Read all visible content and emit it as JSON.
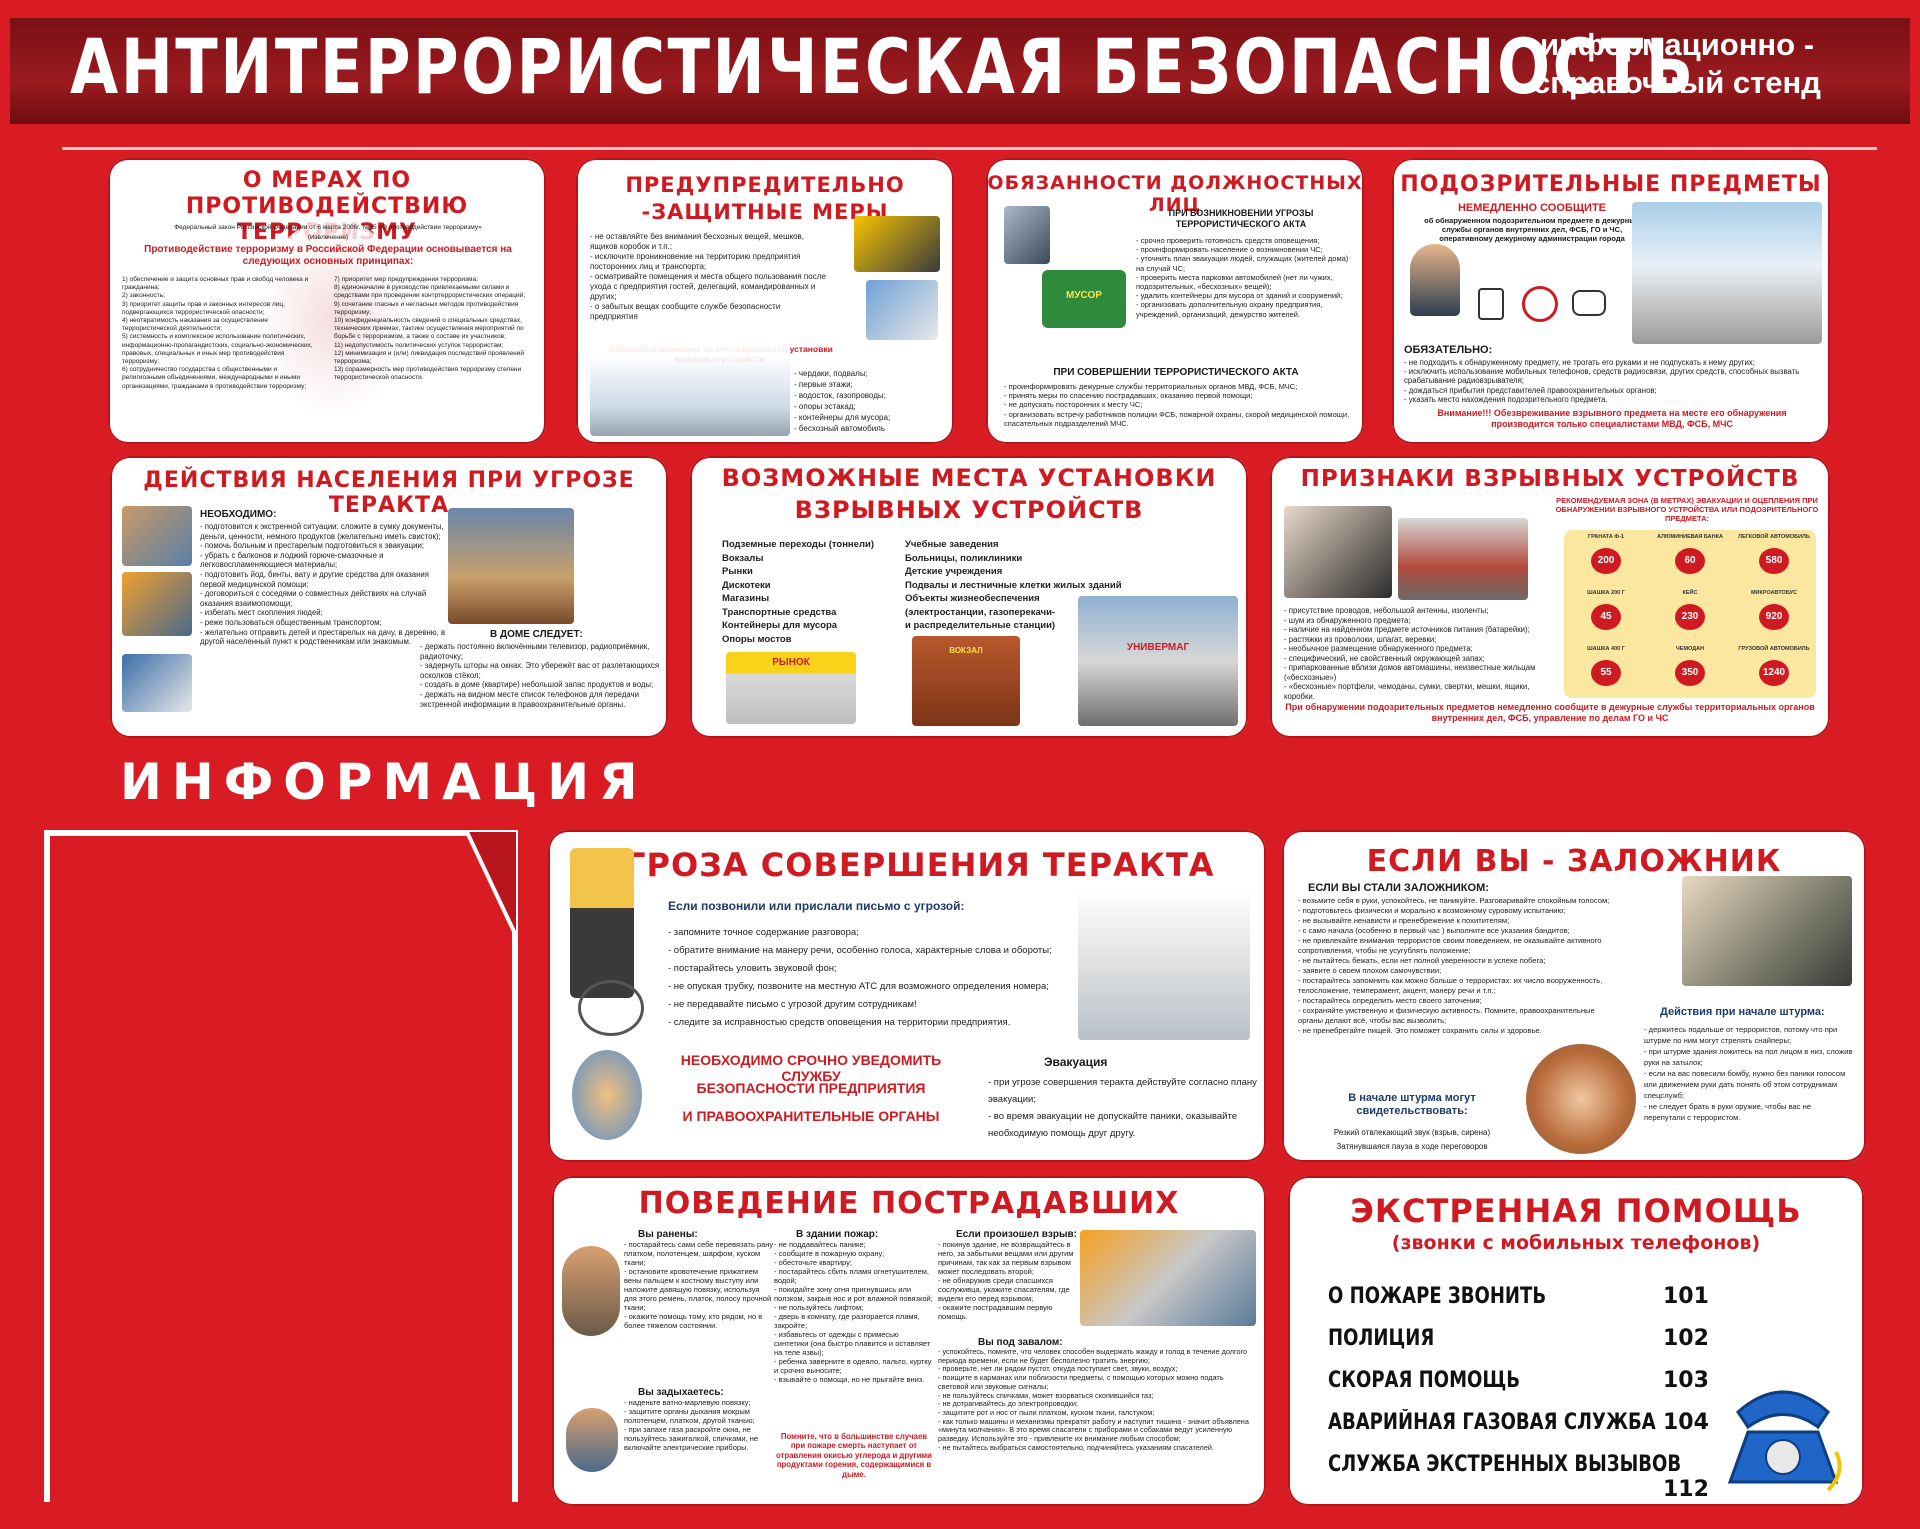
{
  "header": {
    "title": "АНТИТЕРРОРИСТИЧЕСКАЯ   БЕЗОПАСНОСТЬ",
    "subtitle_line1": "информационно -",
    "subtitle_line2": "справочный стенд"
  },
  "measures": {
    "title": "О МЕРАХ ПО ПРОТИВОДЕЙСТВИЮ ТЕРРОРИЗМУ",
    "law": "Федеральный закон Российской Федерации от 6 марта 2006г. №35 «О противодействии терроризму»",
    "excerpt": "(Извлечение)",
    "heading": "Противодействие терроризму в Российской Федерации основывается на следующих основных принципах:",
    "left_items": [
      "1) обеспечение и защита основных прав и свобод человека и гражданина;",
      "2) законность;",
      "3) приоритет защиты прав и законных интересов лиц, подвергающихся террористической опасности;",
      "4) неотвратимость наказания за осуществление террористической деятельности;",
      "5) системность и комплексное использование политических, информационно-пропагандистских, социально-экономических, правовых, специальных и иных мер противодействия терроризму;",
      "6) сотрудничество государства с общественными и религиозными объединениями, международными и иными организациями, гражданами в противодействии терроризму;"
    ],
    "right_items": [
      "7) приоритет мер предупреждения терроризма;",
      "8) единоначалие в руководстве привлекаемыми силами и средствами при проведении контртеррористических операций;",
      "9) сочетание гласных и негласных методов противодействия терроризму;",
      "10) конфиденциальность сведений о специальных средствах, технических приемах, тактике осуществления мероприятий по борьбе с терроризмом, а также о составе их участников;",
      "11) недопустимость политических уступок террористам;",
      "12) минимизация и (или) ликвидация последствий проявлений терроризма;",
      "13) соразмерность мер противодействия терроризму степени террористической опасности."
    ]
  },
  "preventive": {
    "title": "ПРЕДУПРЕДИТЕЛЬНО -ЗАЩИТНЫЕ МЕРЫ",
    "items": [
      "- не оставляйте без внимания бесхозных вещей, мешков, ящиков коробок и т.п.;",
      "- исключите проникновение на территорию предприятия посторонних лиц и транспорта;",
      "- осматривайте помещения и места общего пользования после ухода с предприятия гостей, делегаций, командированных и других;",
      "- о забытых вещах сообщите службе безопасности предприятия"
    ],
    "attention": "Обращайте внимание на места вероятной установки взрывных устройств:",
    "places": [
      "- чердаки, подвалы;",
      "- первые этажи;",
      "- водосток, газопроводы;",
      "- опоры эстакад;",
      "- контейнеры для мусора;",
      "- бесхозный автомобиль"
    ]
  },
  "duties": {
    "title": "ОБЯЗАННОСТИ ДОЛЖНОСТНЫХ ЛИЦ",
    "threat_heading": "ПРИ ВОЗНИКНОВЕНИИ УГРОЗЫ ТЕРРОРИСТИЧЕСКОГО АКТА",
    "threat_items": [
      "- срочно проверить готовность средств оповещения;",
      "- проинформировать население о возникновении ЧС;",
      "- уточнить план эвакуации людей, служащих (жителей дома) на случай ЧС;",
      "- проверить места парковки автомобилей (нет ли чужих, подозрительных, «бесхозных» вещей);",
      "- удалить контейнеры для мусора от зданий и сооружений;",
      "- организовать дополнительную охрану предприятия, учреждений, организаций, дежурство жителей."
    ],
    "bin_label": "МУСОР",
    "act_heading": "ПРИ СОВЕРШЕНИИ ТЕРРОРИСТИЧЕСКОГО АКТА",
    "act_items": [
      "- проинформировать дежурные службы территориальных органов МВД, ФСБ, МЧС;",
      "- принять меры по спасению пострадавших, оказанию первой помощи;",
      "- не допускать посторонних к месту ЧС;",
      "- организовать встречу работников полиции ФСБ, пожарной охраны, скорой медицинской помощи, спасательных подразделений МЧС."
    ]
  },
  "suspicious": {
    "title": "ПОДОЗРИТЕЛЬНЫЕ ПРЕДМЕТЫ",
    "report_heading": "НЕМЕДЛЕННО СООБЩИТЕ",
    "report_text": "об обнаруженном подозрительном предмете в дежурные службы органов внутренних дел, ФСБ, ГО и ЧС, оперативному дежурному администрации города",
    "must_heading": "ОБЯЗАТЕЛЬНО:",
    "must_items": [
      "- не подходить к обнаруженному предмету, не трогать его руками и не подпускать к нему других;",
      "- исключить использование мобильных телефонов, средств радиосвязи, других средств, способных вызвать срабатывание радиовзрывателя;",
      "- дождаться прибытия представителей правоохранительных органов;",
      "- указать место нахождения подозрительного предмета."
    ],
    "warning": "Внимание!!! Обезвреживание взрывного предмета на месте его обнаружения производится только специалистами МВД, ФСБ, МЧС"
  },
  "population": {
    "title": "ДЕЙСТВИЯ НАСЕЛЕНИЯ ПРИ УГРОЗЕ ТЕРАКТА",
    "need_heading": "НЕОБХОДИМО:",
    "need_items": [
      "- подготовится к экстренной ситуации: сложите в сумку документы, деньги, ценности, немного продуктов (желательно иметь свисток);",
      "- помочь больным и престарелым подготовиться к эвакуации;",
      "- убрать с балконов и лоджий горюче-смазочные и легковоспламеняющиеся материалы;",
      "- подготовить йод, бинты, вату и другие средства для оказания первой медицинской помощи;",
      "- договориться с соседями о совместных действиях на случай оказания взаимопомощи;",
      "- избегать мест скопления людей;",
      "- реже пользоваться общественным транспортом;",
      "- желательно отправить детей и престарелых на дачу, в деревню, в другой населенный пункт к родственникам или знакомым."
    ],
    "home_heading": "В ДОМЕ СЛЕДУЕТ:",
    "home_items": [
      "- держать постоянно включёнными телевизор, радиоприёмник, радиоточку;",
      "- задернуть шторы на окнах. Это убережёт вас от разлетающихся осколков стёкол;",
      "- создать в доме (квартире) небольшой запас продуктов и воды;",
      "- держать на видном месте список телефонов для передачи экстренной информации в правоохранительные органы."
    ]
  },
  "places": {
    "title_line1": "ВОЗМОЖНЫЕ МЕСТА УСТАНОВКИ",
    "title_line2": "ВЗРЫВНЫХ УСТРОЙСТВ",
    "left_list": [
      "Подземные переходы (тоннели)",
      "Вокзалы",
      "Рынки",
      "Дискотеки",
      "Магазины",
      "Транспортные средства",
      "Контейнеры для мусора",
      "Опоры мостов"
    ],
    "right_list": [
      "Учебные заведения",
      "Больницы, поликлиники",
      "Детские учреждения",
      "Подвалы и лестничные клетки жилых зданий",
      "Объекты жизнеобеспечения",
      "(электростанции, газоперекачи-",
      "и распределительные станции)"
    ],
    "store1": "РЫНОК",
    "store2": "ВОКЗАЛ",
    "store3": "УНИВЕРМАГ"
  },
  "signs": {
    "title": "ПРИЗНАКИ ВЗРЫВНЫХ УСТРОЙСТВ",
    "zone_heading": "РЕКОМЕНДУЕМАЯ ЗОНА (В МЕТРАХ) ЭВАКУАЦИИ И ОЦЕПЛЕНИЯ ПРИ ОБНАРУЖЕНИИ ВЗРЫВНОГО УСТРОЙСТВА ИЛИ ПОДОЗРИТЕЛЬНОГО ПРЕДМЕТА:",
    "items": [
      "- присутствие проводов, небольшой антенны, изоленты;",
      "- шум из обнаруженного предмета;",
      "- наличие на найденном предмете источников питания (батарейки);",
      "- растяжки из проволоки, шпагат, веревки;",
      "- необычное размещение обнаруженного предмета;",
      "- специфический, не свойственный окружающей запах;",
      "- припаркованные вблизи домов автомашины, неизвестные жильцам («бесхозные»)",
      "- «бесхозные» портфели, чемоданы, сумки, свертки, мешки, ящики, коробки."
    ],
    "zones": [
      {
        "label": "ГРАНАТА Ф-1",
        "value": "200"
      },
      {
        "label": "АЛЮМИНИЕВАЯ БАНКА",
        "value": "60"
      },
      {
        "label": "ЛЕГКОВОЙ АВТОМОБИЛЬ",
        "value": "580"
      },
      {
        "label": "ШАШКА 200 Г",
        "value": "45"
      },
      {
        "label": "КЕЙС",
        "value": "230"
      },
      {
        "label": "МИКРОАВТОБУС",
        "value": "920"
      },
      {
        "label": "ШАШКА 400 Г",
        "value": "55"
      },
      {
        "label": "ЧЕМОДАН",
        "value": "350"
      },
      {
        "label": "ГРУЗОВОЙ АВТОМОБИЛЬ",
        "value": "1240"
      }
    ],
    "footer": "При обнаружении подозрительных предметов немедленно сообщите в дежурные службы территориальных органов внутренних дел, ФСБ, управление по делам ГО и ЧС"
  },
  "info": {
    "heading": "ИНФОРМАЦИЯ"
  },
  "threat": {
    "title": "УГРОЗА СОВЕРШЕНИЯ ТЕРАКТА",
    "call_heading": "Если позвонили или прислали письмо с угрозой:",
    "call_items": [
      "- запомните точное содержание разговора;",
      "- обратите внимание на манеру речи, особенно голоса, характерные слова и обороты;",
      "- постарайтесь уловить звуковой фон;",
      "- не опуская трубку, позвоните на местную АТС для возможного определения номера;",
      "- не передавайте письмо с угрозой другим сотрудникам!",
      "- следите за исправностью средств оповещения на территории предприятия."
    ],
    "urgent_line1": "НЕОБХОДИМО СРОЧНО УВЕДОМИТЬ СЛУЖБУ",
    "urgent_line2": "БЕЗОПАСНОСТИ ПРЕДПРИЯТИЯ",
    "urgent_line3": "И ПРАВООХРАНИТЕЛЬНЫЕ ОРГАНЫ",
    "evac_heading": "Эвакуация",
    "evac_items": [
      "- при угрозе совершения теракта действуйте согласно плану эвакуации;",
      "- во время эвакуации не допускайте паники, оказывайте необходимую помощь друг другу."
    ]
  },
  "hostage": {
    "title": "ЕСЛИ ВЫ - ЗАЛОЖНИК",
    "heading": "ЕСЛИ ВЫ СТАЛИ ЗАЛОЖНИКОМ:",
    "items": [
      "- возьмите себя в руки, успокойтесь, не паникуйте. Разговаривайте спокойным голосом;",
      "- подготовьтесь физически и морально к возможному суровому испытанию;",
      "- не вызывайте ненависти и пренебрежение к похитителям;",
      "- с само начала (особенно в первый час ) выполните все указания бандитов;",
      "- не привлекайте внимания террористов своим поведением, не оказывайте активного сопротивления, чтобы не усугублять положение;",
      "- не пытайтесь бежать, если нет полной уверенности в успехе побега;",
      "- заявите о своем плохом самочувствии;",
      "- постарайтесь запомнить как можно больше о террористах: их число вооруженность, телосложение, темперамент, акцент, манеру речи и т.п.;",
      "- постарайтесь определить место своего заточения;",
      "- сохраняйте умственную и физическую активность. Помните, правоохранительные органы делают всё, чтобы вас вызволить;",
      "- не пренебрегайте пищей. Это поможет сохранить силы и здоровье."
    ],
    "storm_heading": "Действия при начале штурма:",
    "storm_items": [
      "- держитесь подальше от террористов, потому что при штурме по ним могут стрелять снайперы;",
      "- при штурме здания ложитесь на пол лицом в низ, сложив руки на затылок;",
      "- если на вас повесили бомбу, нужно без паники голосом или движением руки дать понять об этом сотрудникам спецслужб;",
      "- не следует брать в руки оружие, чтобы вас не перепутали с террористом."
    ],
    "begin_heading": "В начале штурма могут свидетельствовать:",
    "begin_line1": "Резкий отвлекающий звук (взрыв, сирена)",
    "begin_line2": "Затянувшаяся пауза в ходе переговоров"
  },
  "victims": {
    "title": "ПОВЕДЕНИЕ ПОСТРАДАВШИХ",
    "wounded_heading": "Вы ранены:",
    "wounded_items": [
      "- постарайтесь сами себе перевязать рану платком, полотенцем, шарфом, куском ткани;",
      "- остановите кровотечение прижатием вены пальцем к костному выступу или наложите давящую повязку, используя для этого ремень, платок, полосу прочной ткани;",
      "- окажите помощь тому, кто рядом, но в более тяжелом состоянии."
    ],
    "smoke_heading": "Вы задыхаетесь:",
    "smoke_items": [
      "- наденьте ватно-марлевую повязку;",
      "- защитите органы дыхания мокрым полотенцем, платком, другой тканью;",
      "- при запахе газа раскройте окна, не пользуйтесь зажигалкой, спичками, не включайте электрические приборы."
    ],
    "fire_heading": "В здании пожар:",
    "fire_items": [
      "- не поддавайтесь панике;",
      "- сообщите в пожарную охрану;",
      "- обесточьте квартиру;",
      "- постарайтесь сбить пламя огнетушителем, водой;",
      "- покидайте зону огня пригнувшись или ползком, закрыв нос и рот влажной повязкой;",
      "- не пользуйтесь лифтом;",
      "- дверь в комнату, где разгорается пламя, закройте;",
      "- избавьтесь от одежды с примесью синтетики (она быстро плавится и оставляет на теле язвы);",
      "- ребенка заверните в одеяло, пальто, куртку и срочно выносите;",
      "- взывайте о помощи, но не прыгайте вниз."
    ],
    "fire_note": "Помните, что в большинстве случаев при пожаре смерть наступает от отравления окисью углерода и другими продуктами горения, содержащимися в дыме.",
    "blast_heading": "Если произошел взрыв:",
    "blast_items": [
      "- покинув здание, не возвращайтесь в него, за забытыми вещами или другим причинам, так как за первым взрывом может последовать второй;",
      "- не обнаружив среди спасшихся сослуживца, укажите спасателям, где видели его перед взрывом;",
      "- окажите пострадавшим первую помощь."
    ],
    "rubble_heading": "Вы под завалом:",
    "rubble_items": [
      "- успокойтесь, помните, что человек способен выдержать жажду и голод в течение долгого периода времени, если не будет бесполезно тратить энергию;",
      "- проверьте, нет ли рядом пустот, откуда поступает свет, звуки, воздух;",
      "- поищите в карманах или поблизости предметы, с помощью которых можно подать световой или звуковые сигналы;",
      "- не пользуйтесь спичками, может взорваться скопившийся газ;",
      "- не дотрагивайтесь до электропроводки;",
      "- защитите рот и нос от пыли платком, куском ткани, галстуком;",
      "- как только машины и механизмы прекратят работу и наступит тишина - значит объявлена «минута молчания». В это время спасатели с приборами и собаками ведут усиленную разведку. Используйте это - привлеките их внимание любым способом;",
      "- не пытайтесь выбраться самостоятельно, подчиняйтесь указаниям спасателей."
    ]
  },
  "emergency": {
    "title": "ЭКСТРЕННАЯ ПОМОЩЬ",
    "subtitle": "(звонки с мобильных телефонов)",
    "rows": [
      {
        "label": "О ПОЖАРЕ ЗВОНИТЬ",
        "number": "101"
      },
      {
        "label": "ПОЛИЦИЯ",
        "number": "102"
      },
      {
        "label": "СКОРАЯ ПОМОЩЬ",
        "number": "103"
      },
      {
        "label": "АВАРИЙНАЯ ГАЗОВАЯ СЛУЖБА",
        "number": "104"
      },
      {
        "label": "СЛУЖБА ЭКСТРЕННЫХ ВЫЗЫВОВ",
        "number": "112"
      }
    ]
  },
  "colors": {
    "background": "#d91c24",
    "header": "#8b1519",
    "accent_red": "#cf1a22",
    "panel": "#ffffff"
  }
}
